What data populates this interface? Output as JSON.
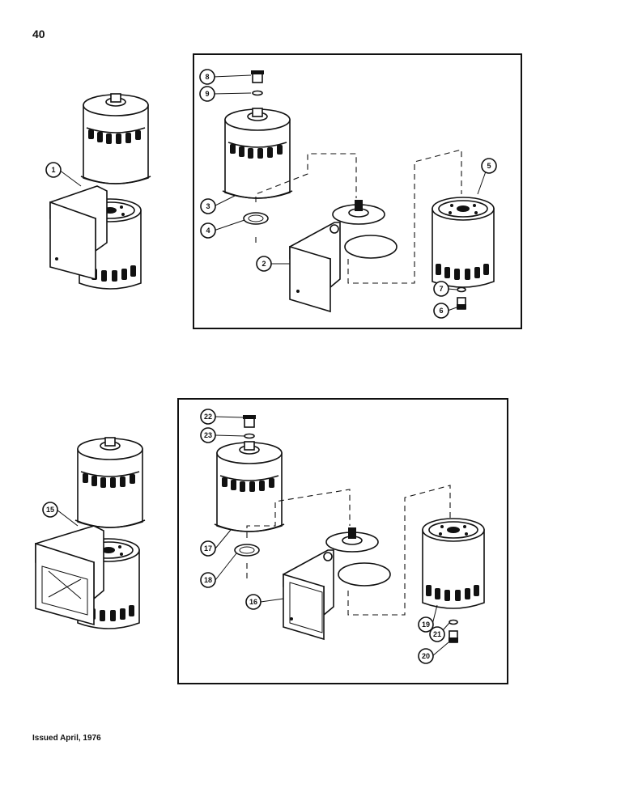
{
  "page": {
    "number": "40",
    "footer": "Issued April, 1976"
  },
  "callouts": {
    "c1": "1",
    "c2": "2",
    "c3": "3",
    "c4": "4",
    "c5": "5",
    "c6": "6",
    "c7": "7",
    "c8": "8",
    "c9": "9",
    "c15": "15",
    "c16": "16",
    "c17": "17",
    "c18": "18",
    "c19": "19",
    "c20": "20",
    "c21": "21",
    "c22": "22",
    "c23": "23"
  }
}
